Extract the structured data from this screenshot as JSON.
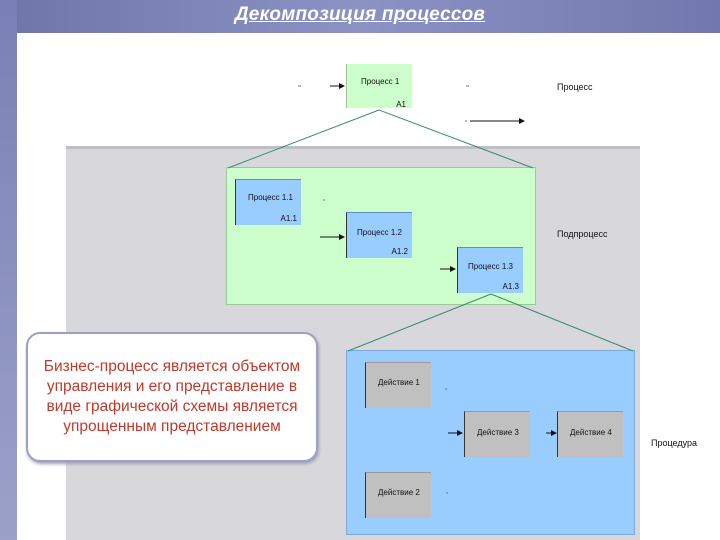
{
  "title": "Декомпозиция процессов",
  "top": {
    "process_box": {
      "label": "Процесс 1",
      "code": "A1"
    },
    "legend_label": "Процесс"
  },
  "subprocess": {
    "label": "Подпроцесс",
    "boxes": [
      {
        "label": "Процесс 1.1",
        "code": "A1.1"
      },
      {
        "label": "Процесс 1.2",
        "code": "A1.2"
      },
      {
        "label": "Процесс 1.3",
        "code": "A1.3"
      }
    ]
  },
  "procedure": {
    "label": "Процедура",
    "boxes": [
      {
        "label": "Действие 1"
      },
      {
        "label": "Действие 3"
      },
      {
        "label": "Действие 4"
      },
      {
        "label": "Действие 2"
      }
    ]
  },
  "callout": {
    "text": "Бизнес-процесс является объектом управления и его представление в виде графической схемы является упрощенным представлением"
  },
  "colors": {
    "frame": "#7a80b5",
    "subprocess_panel": "#ccffcc",
    "procedure_panel": "#99ccff",
    "callout_text": "#c0392b"
  }
}
